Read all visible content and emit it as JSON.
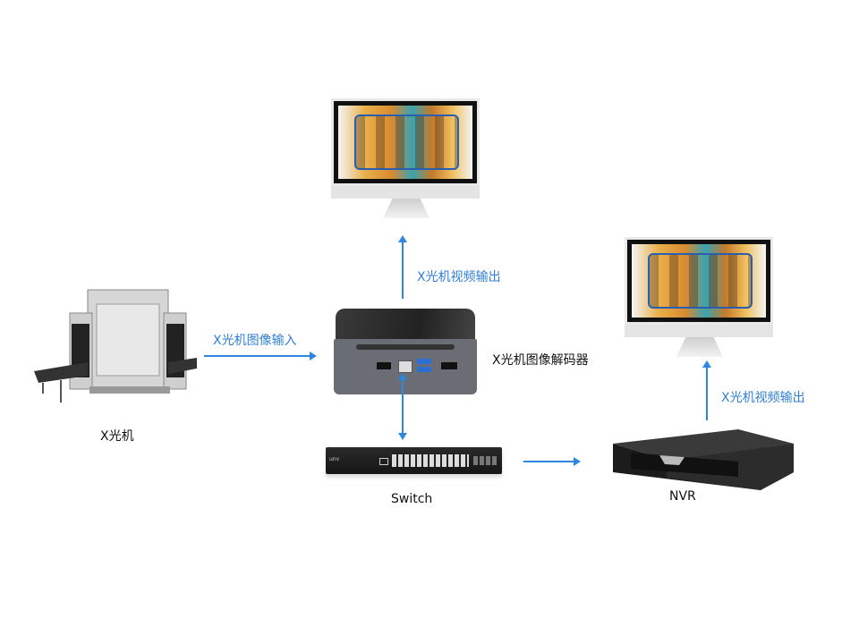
{
  "labels": {
    "xray": "X光机",
    "xray_input": "X光机图像输入",
    "decoder": "X光机图像解码器",
    "video_out_top": "X光机视频输出",
    "video_out_right": "X光机视频输出",
    "switch": "Switch",
    "nvr": "NVR",
    "switch_brand": "unv"
  },
  "colors": {
    "arrow": "#2e86de",
    "label_blue": "#2f7fd6"
  }
}
